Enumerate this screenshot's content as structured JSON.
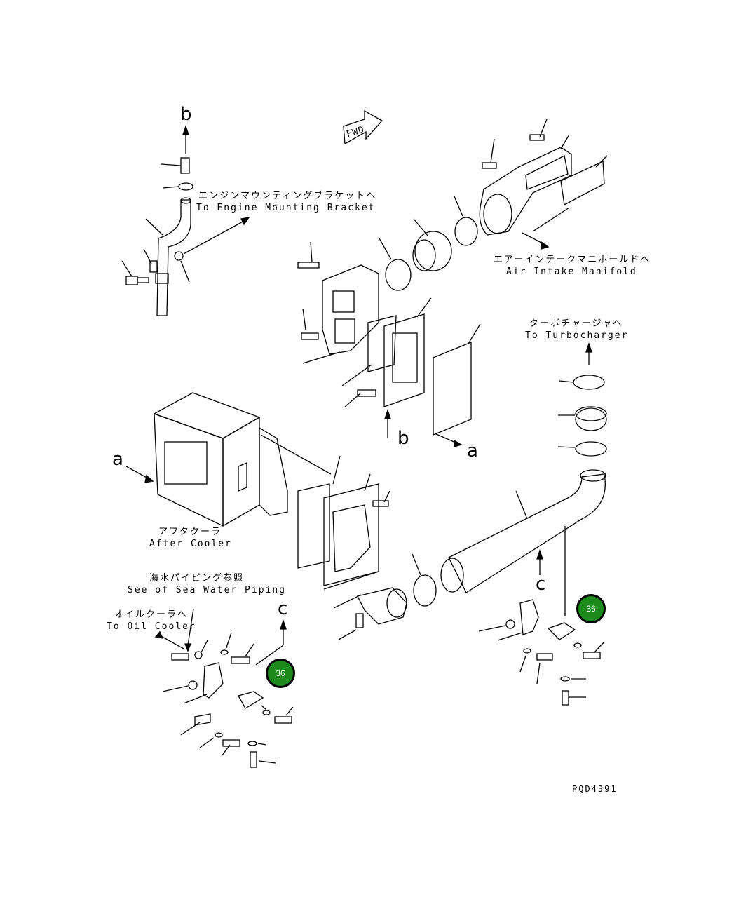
{
  "labels": {
    "engine_mount_jp": "エンジンマウンティングブラケットへ",
    "engine_mount_en": "To Engine Mounting Bracket",
    "air_intake_jp": "エアーインテークマニホールドへ",
    "air_intake_en": "Air Intake Manifold",
    "turbo_jp": "ターボチャージャへ",
    "turbo_en": "To Turbocharger",
    "after_cooler_jp": "アフタクーラ",
    "after_cooler_en": "After Cooler",
    "sea_water_jp": "海水パイピング参照",
    "sea_water_en": "See of Sea Water Piping",
    "oil_cooler_jp": "オイルクーラへ",
    "oil_cooler_en": "To Oil Cooler",
    "drawing_code": "PQD4391"
  },
  "fwd_mark": "FWD",
  "ref_letters": {
    "b_top": "b",
    "b_mid": "b",
    "a_left": "a",
    "a_right": "a",
    "c_right": "c",
    "c_left": "c"
  },
  "badges": [
    {
      "text": "36"
    },
    {
      "text": "36"
    }
  ],
  "colors": {
    "badge_fill": "#1c8a1c",
    "line": "#000000"
  }
}
